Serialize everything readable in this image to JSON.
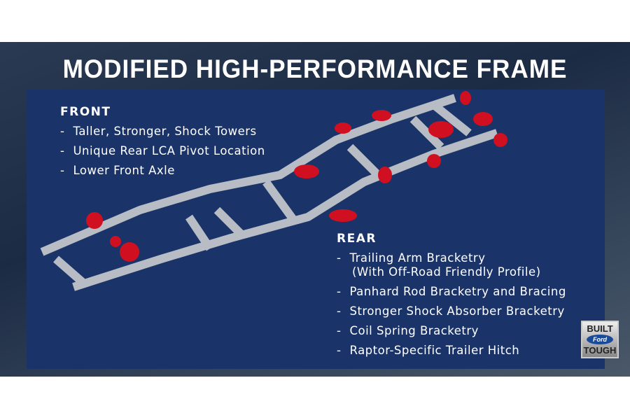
{
  "title": "MODIFIED HIGH-PERFORMANCE FRAME",
  "front": {
    "heading": "FRONT",
    "items": [
      "Taller, Stronger, Shock Towers",
      "Unique Rear LCA Pivot Location",
      "Lower Front Axle"
    ]
  },
  "rear": {
    "heading": "REAR",
    "items": [
      "Trailing Arm Bracketry",
      "Panhard Rod Bracketry and Bracing",
      "Stronger Shock Absorber Bracketry",
      "Coil Spring Bracketry",
      "Raptor-Specific Trailer Hitch"
    ],
    "item0_sub": "(With Off-Road Friendly Profile)"
  },
  "logo": {
    "top": "BUILT",
    "middle": "Ford",
    "bottom": "TOUGH"
  }
}
